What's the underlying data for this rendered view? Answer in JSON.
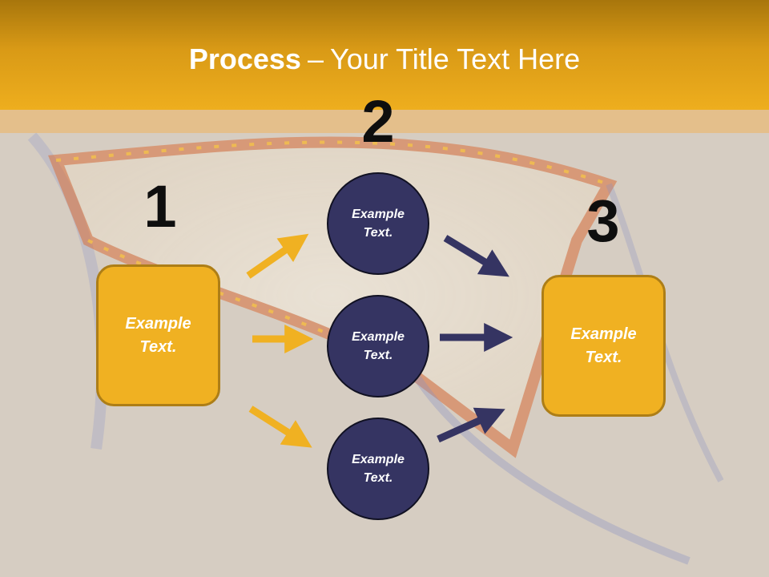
{
  "title": {
    "bold": "Process",
    "separator": "–",
    "rest": "Your Title Text Here"
  },
  "steps": {
    "step1": {
      "number": "1",
      "box_text": "Example Text."
    },
    "step2": {
      "number": "2",
      "circles": [
        "Example Text.",
        "Example Text.",
        "Example Text."
      ]
    },
    "step3": {
      "number": "3",
      "box_text": "Example Text."
    }
  },
  "colors": {
    "header": "#eeae1e",
    "box_fill": "#f0b122",
    "circle_fill": "#353462",
    "arrow_orange": "#f0b122",
    "arrow_navy": "#353462"
  }
}
